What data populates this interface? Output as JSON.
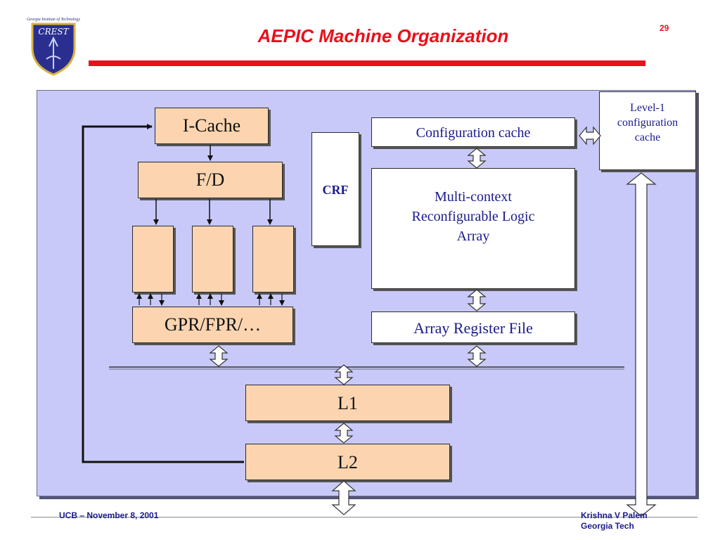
{
  "header": {
    "title": "AEPIC Machine Organization",
    "page_number": "29",
    "logo_caption": "Georgia Institute of Technology",
    "logo_text": "CREST"
  },
  "diagram": {
    "icache": "I-Cache",
    "fd": "F/D",
    "gpr": "GPR/FPR/…",
    "crf": "CRF",
    "config_cache": "Configuration cache",
    "mcrla_line1": "Multi-context",
    "mcrla_line2": "Reconfigurable Logic",
    "mcrla_line3": "Array",
    "array_register_file": "Array Register File",
    "level1_line1": "Level-1",
    "level1_line2": "configuration",
    "level1_line3": "cache",
    "l1": "L1",
    "l2": "L2"
  },
  "footer": {
    "left": "UCB – November 8, 2001",
    "right_line1": "Krishna V Palem",
    "right_line2": "Georgia Tech"
  },
  "colors": {
    "title_red": "#e8101c",
    "panel_lavender": "#c9c9f9",
    "box_peach": "#fcd5b0",
    "text_navy": "#1a1a8c"
  }
}
